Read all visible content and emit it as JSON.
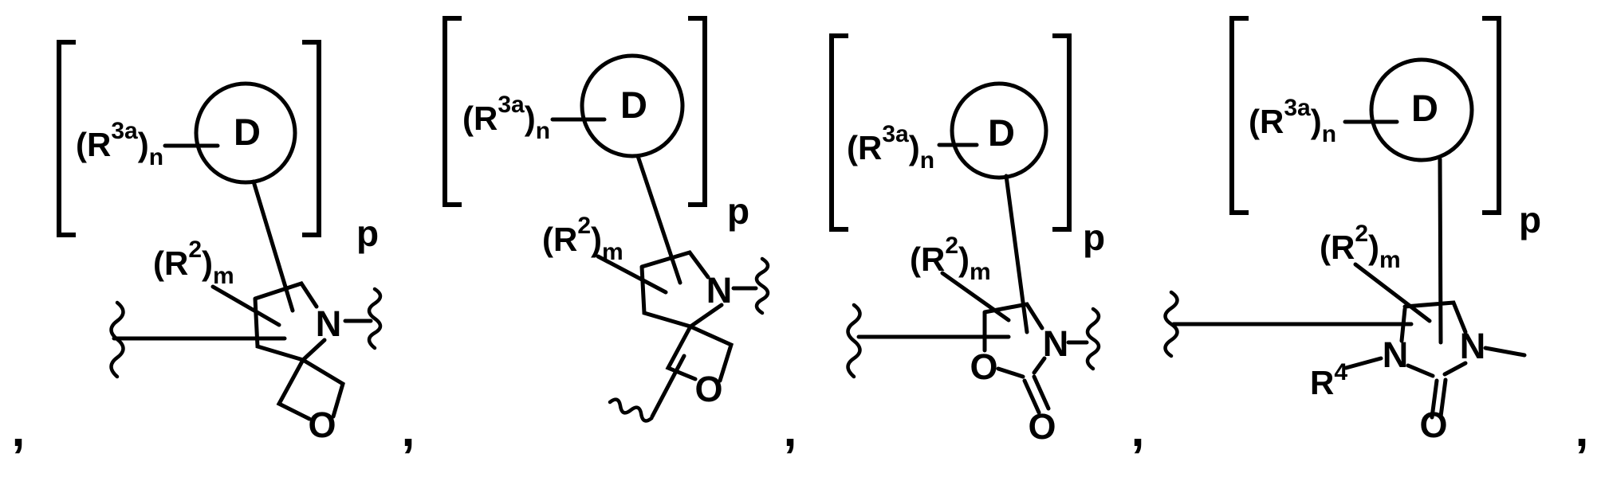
{
  "page": {
    "background": "#ffffff",
    "ink": "#000000",
    "description": "Row of four bracketed chemical structure fragments (Markush formulas) separated by commas"
  },
  "labels": {
    "r3a": {
      "open": "(R",
      "sup": "3a",
      "close": ")",
      "sub": "n"
    },
    "r2": {
      "open": "(R",
      "sup": "2",
      "close": ")",
      "sub": "m"
    },
    "r4": {
      "base": "R",
      "sup": "4"
    },
    "aryl_circle": "D",
    "nitrogen": "N",
    "oxygen": "O",
    "bracket_subscript": "p",
    "separator": ","
  },
  "leading_separator": ",",
  "structures": [
    {
      "id": "structure-1",
      "visible_tokens": [
        "(R3a)n",
        "D",
        "p",
        "(R2)m",
        "N",
        "O"
      ],
      "separator_after": ","
    },
    {
      "id": "structure-2",
      "visible_tokens": [
        "(R3a)n",
        "D",
        "p",
        "(R2)m",
        "N",
        "O"
      ],
      "separator_after": ","
    },
    {
      "id": "structure-3",
      "visible_tokens": [
        "(R3a)n",
        "D",
        "p",
        "(R2)m",
        "N",
        "O",
        "O"
      ],
      "separator_after": ","
    },
    {
      "id": "structure-4",
      "visible_tokens": [
        "(R3a)n",
        "D",
        "p",
        "(R2)m",
        "N",
        "N",
        "O",
        "R4"
      ],
      "separator_after": ","
    }
  ]
}
